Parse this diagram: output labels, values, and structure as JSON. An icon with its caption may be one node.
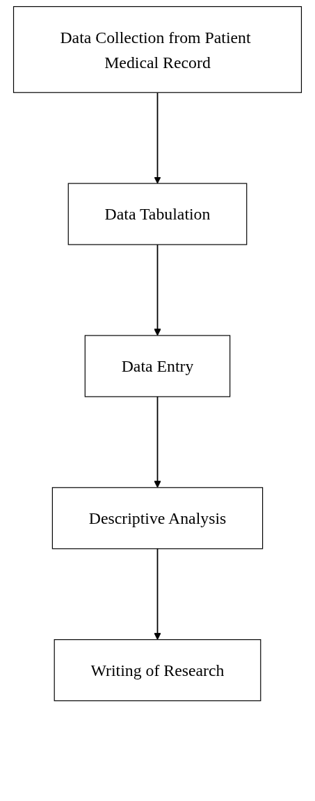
{
  "diagram": {
    "nodes": [
      {
        "text": [
          "Data Collection from Patient Medical Record"
        ]
      },
      {
        "text": [
          "Data Tabulation"
        ]
      },
      {
        "text": [
          "Data Entry"
        ]
      },
      {
        "text": [
          "Descriptive Analysis"
        ]
      },
      {
        "text": [
          "Writing of Research"
        ]
      }
    ],
    "edges": [
      {
        "from": 0,
        "to": 1,
        "arrow": "to"
      },
      {
        "from": 1,
        "to": 2,
        "arrow": "to"
      },
      {
        "from": 2,
        "to": 3,
        "arrow": "to"
      },
      {
        "from": 3,
        "to": 4,
        "arrow": "to"
      }
    ]
  }
}
